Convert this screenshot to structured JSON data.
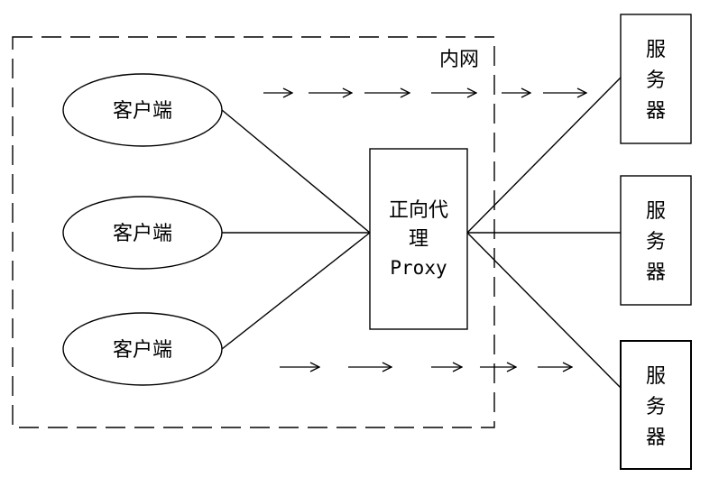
{
  "network": {
    "label": "内网"
  },
  "clients": [
    {
      "label": "客户端"
    },
    {
      "label": "客户端"
    },
    {
      "label": "客户端"
    }
  ],
  "proxy": {
    "label_line1": "正向代",
    "label_line2": "理",
    "label_line3": "Proxy"
  },
  "servers": [
    {
      "char1": "服",
      "char2": "务",
      "char3": "器"
    },
    {
      "char1": "服",
      "char2": "务",
      "char3": "器"
    },
    {
      "char1": "服",
      "char2": "务",
      "char3": "器"
    }
  ],
  "colors": {
    "stroke": "#000000",
    "background": "#ffffff"
  }
}
